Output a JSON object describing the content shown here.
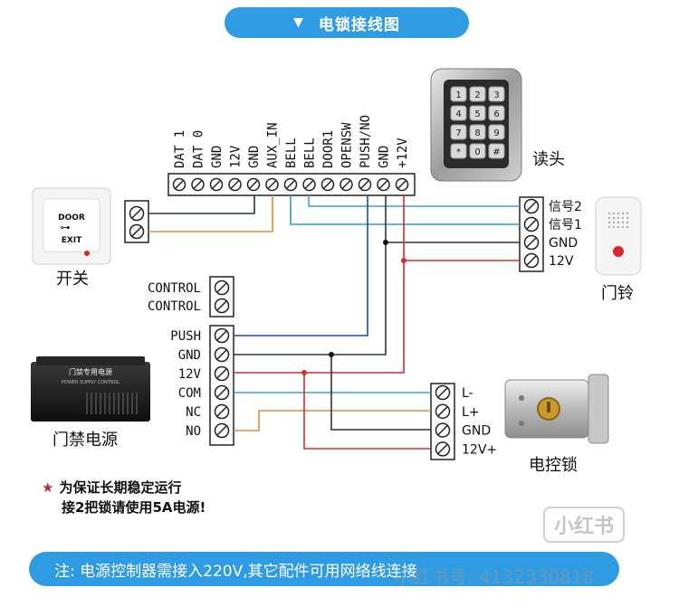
{
  "title": "电锁接线图",
  "footer": "注: 电源控制器需接入220V,其它配件可用网络线连接",
  "note": {
    "line1": "为保证长期稳定运行",
    "line2": "接2把锁请使用5A电源!"
  },
  "reader": {
    "label": "读头",
    "terminals": [
      "DAT 1",
      "DAT 0",
      "GND",
      "12V",
      "GND",
      "AUX_IN",
      "BELL",
      "BELL",
      "DOOR1",
      "OPENSW",
      "PUSH/NO",
      "GND",
      "+12V"
    ],
    "keys": [
      "1",
      "2",
      "3",
      "4",
      "5",
      "6",
      "7",
      "8",
      "9",
      "*",
      "0",
      "#"
    ]
  },
  "exit_switch": {
    "label": "开关",
    "text_top": "DOOR",
    "text_bottom": "EXIT"
  },
  "doorbell": {
    "label": "门铃",
    "terminals": [
      "信号2",
      "信号1",
      "GND",
      "12V"
    ]
  },
  "control_block": {
    "terminals": [
      "CONTROL",
      "CONTROL"
    ]
  },
  "power_supply": {
    "label": "门禁电源",
    "terminals": [
      "PUSH",
      "GND",
      "12V",
      "COM",
      "NC",
      "NO"
    ],
    "device_title": "门禁专用电源",
    "device_subtitle": "POWER SUPPLY CONTROL"
  },
  "lock": {
    "label": "电控锁",
    "terminals": [
      "L-",
      "L+",
      "GND",
      "12V+"
    ]
  },
  "watermark": {
    "logo": "小红书",
    "id_text": "小红书号: 4132330818"
  },
  "colors": {
    "accent": "#2f9be3",
    "wire_red": "#d9282f",
    "wire_blue": "#1c4fa0",
    "wire_lightblue": "#3aa0d8",
    "wire_orange": "#e08a3c",
    "wire_dark": "#333333",
    "wire_teal": "#2aa6a0"
  }
}
